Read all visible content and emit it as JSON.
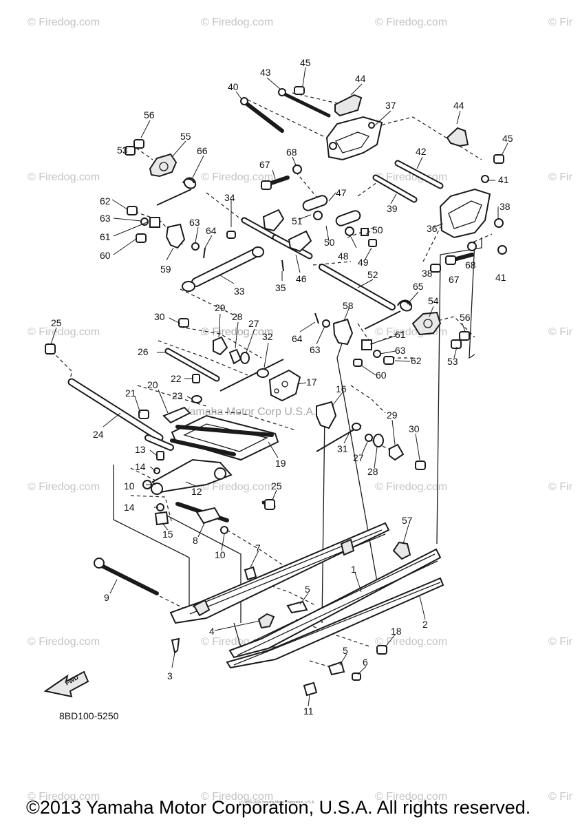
{
  "diagram": {
    "drawing_number": "8BD100-5250",
    "fwd_label": "FWD",
    "watermark_text": "© Firedog.com",
    "watermark_partial": "© Fir",
    "center_watermark_1": "© Firedog.com",
    "center_watermark_2": "Yamaha Motor Corp U.S.A.",
    "callouts": {
      "c1": "1",
      "c2": "2",
      "c3": "3",
      "c4": "4",
      "c5a": "5",
      "c5b": "5",
      "c6": "6",
      "c7": "7",
      "c8": "8",
      "c9": "9",
      "c10a": "10",
      "c10b": "10",
      "c11": "11",
      "c12": "12",
      "c13": "13",
      "c14a": "14",
      "c14b": "14",
      "c15": "15",
      "c16": "16",
      "c17": "17",
      "c18": "18",
      "c19": "19",
      "c20": "20",
      "c21": "21",
      "c22": "22",
      "c23": "23",
      "c24": "24",
      "c25a": "25",
      "c25b": "25",
      "c26": "26",
      "c27a": "27",
      "c27b": "27",
      "c28a": "28",
      "c28b": "28",
      "c29a": "29",
      "c29b": "29",
      "c30a": "30",
      "c30b": "30",
      "c31": "31",
      "c32": "32",
      "c33": "33",
      "c34": "34",
      "c35": "35",
      "c36": "36",
      "c37": "37",
      "c38a": "38",
      "c38b": "38",
      "c39": "39",
      "c40": "40",
      "c41a": "41",
      "c41b": "41",
      "c42": "42",
      "c43": "43",
      "c44a": "44",
      "c44b": "44",
      "c45a": "45",
      "c45b": "45",
      "c46": "46",
      "c47": "47",
      "c48": "48",
      "c49": "49",
      "c50a": "50",
      "c50b": "50",
      "c51": "51",
      "c52": "52",
      "c53a": "53",
      "c53b": "53",
      "c54": "54",
      "c55": "55",
      "c56a": "56",
      "c56b": "56",
      "c57": "57",
      "c58": "58",
      "c59": "59",
      "c60a": "60",
      "c60b": "60",
      "c61a": "61",
      "c61b": "61",
      "c62a": "62",
      "c62b": "62",
      "c63a": "63",
      "c63b": "63",
      "c63c": "63",
      "c63d": "63",
      "c64a": "64",
      "c64b": "64",
      "c65": "65",
      "c66": "66",
      "c67a": "67",
      "c67b": "67",
      "c68a": "68",
      "c68b": "68"
    }
  },
  "footer": {
    "copyright": "©2013 Yamaha Motor Corporation, U.S.A. All rights reserved.",
    "fine_print": "(c) 2005-2015 Yamaha Motor Corporation, U.S.A."
  }
}
